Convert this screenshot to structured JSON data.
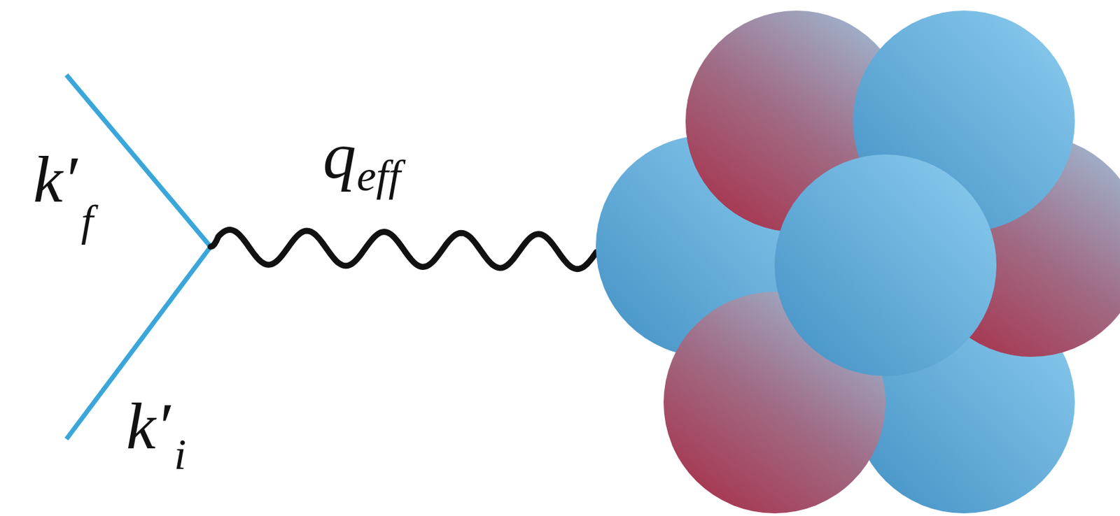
{
  "diagram": {
    "labels": [
      "k′",
      "f",
      "q",
      "eff",
      "k′",
      "i"
    ]
  }
}
